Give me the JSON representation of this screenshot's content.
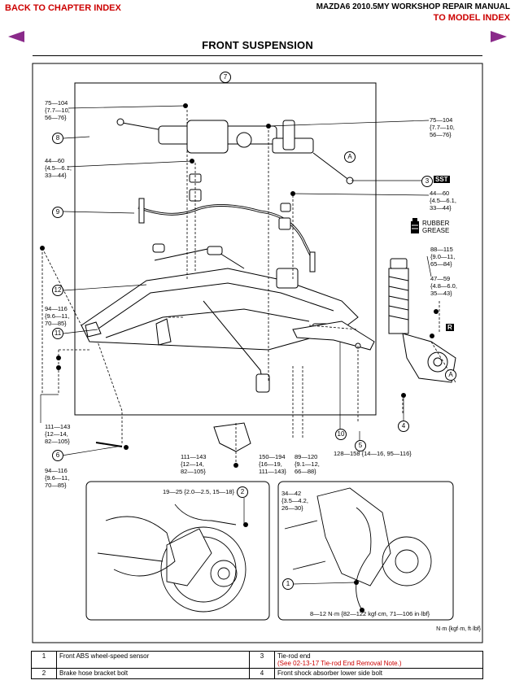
{
  "header": {
    "back_link": "BACK TO CHAPTER INDEX",
    "manual_title": "MAZDA6 2010.5MY WORKSHOP REPAIR MANUAL",
    "model_link": "TO MODEL INDEX"
  },
  "title": "FRONT SUSPENSION",
  "callouts": {
    "c7": "7",
    "c8": "8",
    "c9": "9",
    "c12": "12",
    "c11": "11",
    "c10": "10",
    "c5": "5",
    "c4": "4",
    "c6": "6",
    "c3": "3",
    "c2": "2",
    "c1": "1",
    "cA1": "A",
    "cA2": "A"
  },
  "torques": {
    "t_top_left": "75—104\n{7.7—10,\n56—76}",
    "t_top_right": "75—104\n{7.7—10,\n56—76}",
    "t_mid_left": "44—60\n{4.5—6.1,\n33—44}",
    "t_mid_right": "44—60\n{4.5—6.1,\n33—44}",
    "t_right_88": "88—115\n{9.0—11,\n65—84}",
    "t_right_47": "47—59\n{4.8—6.0,\n35—43}",
    "t_left_94a": "94—116\n{9.6—11,\n70—85}",
    "t_left_111": "111—143\n{12—14,\n82—105}",
    "t_left_94b": "94—116\n{9.6—11,\n70—85}",
    "t_bot_111": "111—143\n{12—14,\n82—105}",
    "t_bot_150": "150—194\n{16—19,\n111—143}",
    "t_bot_89": "89—120\n{9.1—12,\n66—88}",
    "t_bot_128": "128—158 {14—16, 95—116}",
    "t_inset_19": "19—25 {2.0—2.5, 15—18}",
    "t_inset_34": "34—42\n{3.5—4.2,\n26—30}",
    "t_inset_8": "8—12 N·m {82—122 kgf·cm, 71—106 in·lbf}"
  },
  "badges": {
    "sst": "SST",
    "r": "R"
  },
  "grease": "RUBBER\nGREASE",
  "units_note": "N·m {kgf·m, ft·lbf}",
  "parts_table": [
    {
      "num": "1",
      "name": "Front ABS wheel-speed sensor",
      "num2": "3",
      "name2": "Tie-rod end",
      "ref": "(See 02-13-17 Tie-rod End Removal Note.)"
    },
    {
      "num": "2",
      "name": "Brake hose bracket bolt",
      "num2": "4",
      "name2": "Front shock absorber lower side bolt",
      "ref": ""
    }
  ]
}
